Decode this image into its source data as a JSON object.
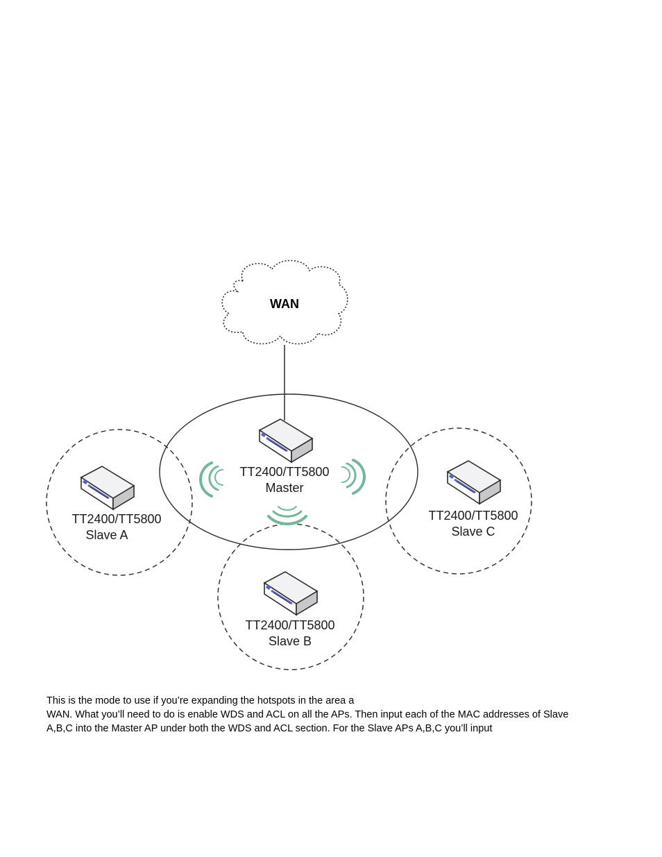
{
  "diagram": {
    "cloud_label": "WAN",
    "nodes": {
      "master": {
        "model": "TT2400/TT5800",
        "role": "Master"
      },
      "slave_a": {
        "model": "TT2400/TT5800",
        "role": "Slave A"
      },
      "slave_b": {
        "model": "TT2400/TT5800",
        "role": "Slave B"
      },
      "slave_c": {
        "model": "TT2400/TT5800",
        "role": "Slave C"
      }
    },
    "colors": {
      "device_top": "#f2f2f4",
      "device_front": "#ffffff",
      "device_side": "#c8c8cc",
      "device_panel": "#5a63c8",
      "signal_waves": "#6fb89a",
      "lines": "#2a2a2a"
    }
  },
  "text": {
    "line1": "This is the mode to use if you’re expanding the hotspots in the area a",
    "line2": "WAN. What you’ll need to do is enable WDS and ACL on all the APs. Then input each of the MAC addresses of Slave",
    "line3": "A,B,C into the Master AP under both the WDS and ACL section. For the Slave APs A,B,C you’ll input"
  }
}
